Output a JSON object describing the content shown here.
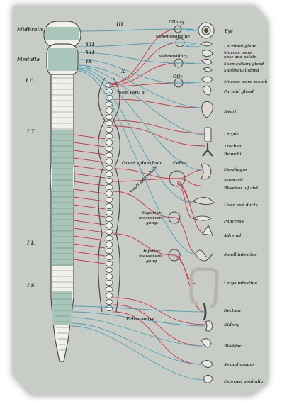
{
  "spinal_labels": {
    "midbrain": "Midbrain",
    "medulla": "Medulla",
    "cervical": "I C.",
    "thoracic": "I T.",
    "lumbar": "I L.",
    "sacral": "I S."
  },
  "cranial_nerves": {
    "iii": "III",
    "vii": "VII",
    "ix_upper": "VII",
    "ix": "IX",
    "x": "X"
  },
  "ganglia": {
    "ciliary": "Ciliary",
    "sphenopalatine": "Sphenopalatine",
    "submaxillary": "Submaxillary",
    "otic": "Otic",
    "sup_cerv": "Sup. cerv. g.",
    "great_splanchnic": "Great splanchnic",
    "celiac": "Celiac",
    "small_splanchnic": "Small splanchnic",
    "superior_mesenteric": [
      "Superior",
      "mesenteric",
      "gang."
    ],
    "inferior_mesenteric": [
      "Inferior",
      "mesenteric",
      "gang."
    ],
    "pelvic_nerve": "Pelvic nerve"
  },
  "organs": {
    "eye": "Eye",
    "lacrimal": "Lacrimal gland",
    "mucous_nose": [
      "Mucous mem.",
      "nose and palate"
    ],
    "submaxillary_gland": "Submaxillary gland",
    "sublingual": "Sublingual gland",
    "mucous_mouth": "Mucous mem. mouth",
    "parotid": "Parotid gland",
    "heart": "Heart",
    "larynx": "Larynx",
    "trachea": "Trachea",
    "bronchi": "Bronchi",
    "esophagus": "Esophagus",
    "stomach": "Stomach",
    "bloodves": "Bloodves. of abd.",
    "liver": "Liver and ducts",
    "pancreas": "Pancreas",
    "adrenal": "Adrenal",
    "small_intestine": "Small intestine",
    "large_intestine": "Large intestine",
    "rectum": "Rectum",
    "kidney": "Kidney",
    "bladder": "Bladder",
    "sexual": "Sexual organs",
    "genitalia": "External genitalia"
  },
  "colors": {
    "background": "#c8ccc6",
    "cord_fill": "#f2f0ec",
    "cord_band": "#a9c6bb",
    "sympathetic": "#cc3344",
    "parasympathetic": "#4aa0b8",
    "outline": "#4a4a4a"
  }
}
